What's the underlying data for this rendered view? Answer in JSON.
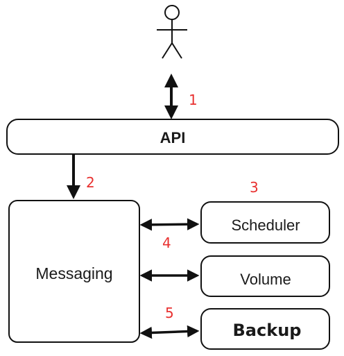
{
  "nodes": {
    "api": {
      "label": "API"
    },
    "messaging": {
      "label": "Messaging"
    },
    "scheduler": {
      "label": "Scheduler"
    },
    "volume": {
      "label": "Volume"
    },
    "backup": {
      "label": "Backup"
    }
  },
  "steps": {
    "s1": "1",
    "s2": "2",
    "s3": "3",
    "s4": "4",
    "s5": "5"
  },
  "colors": {
    "stroke": "#111111",
    "step_number": "#e8302f"
  },
  "icons": {
    "user": "stick-figure-user-icon"
  }
}
